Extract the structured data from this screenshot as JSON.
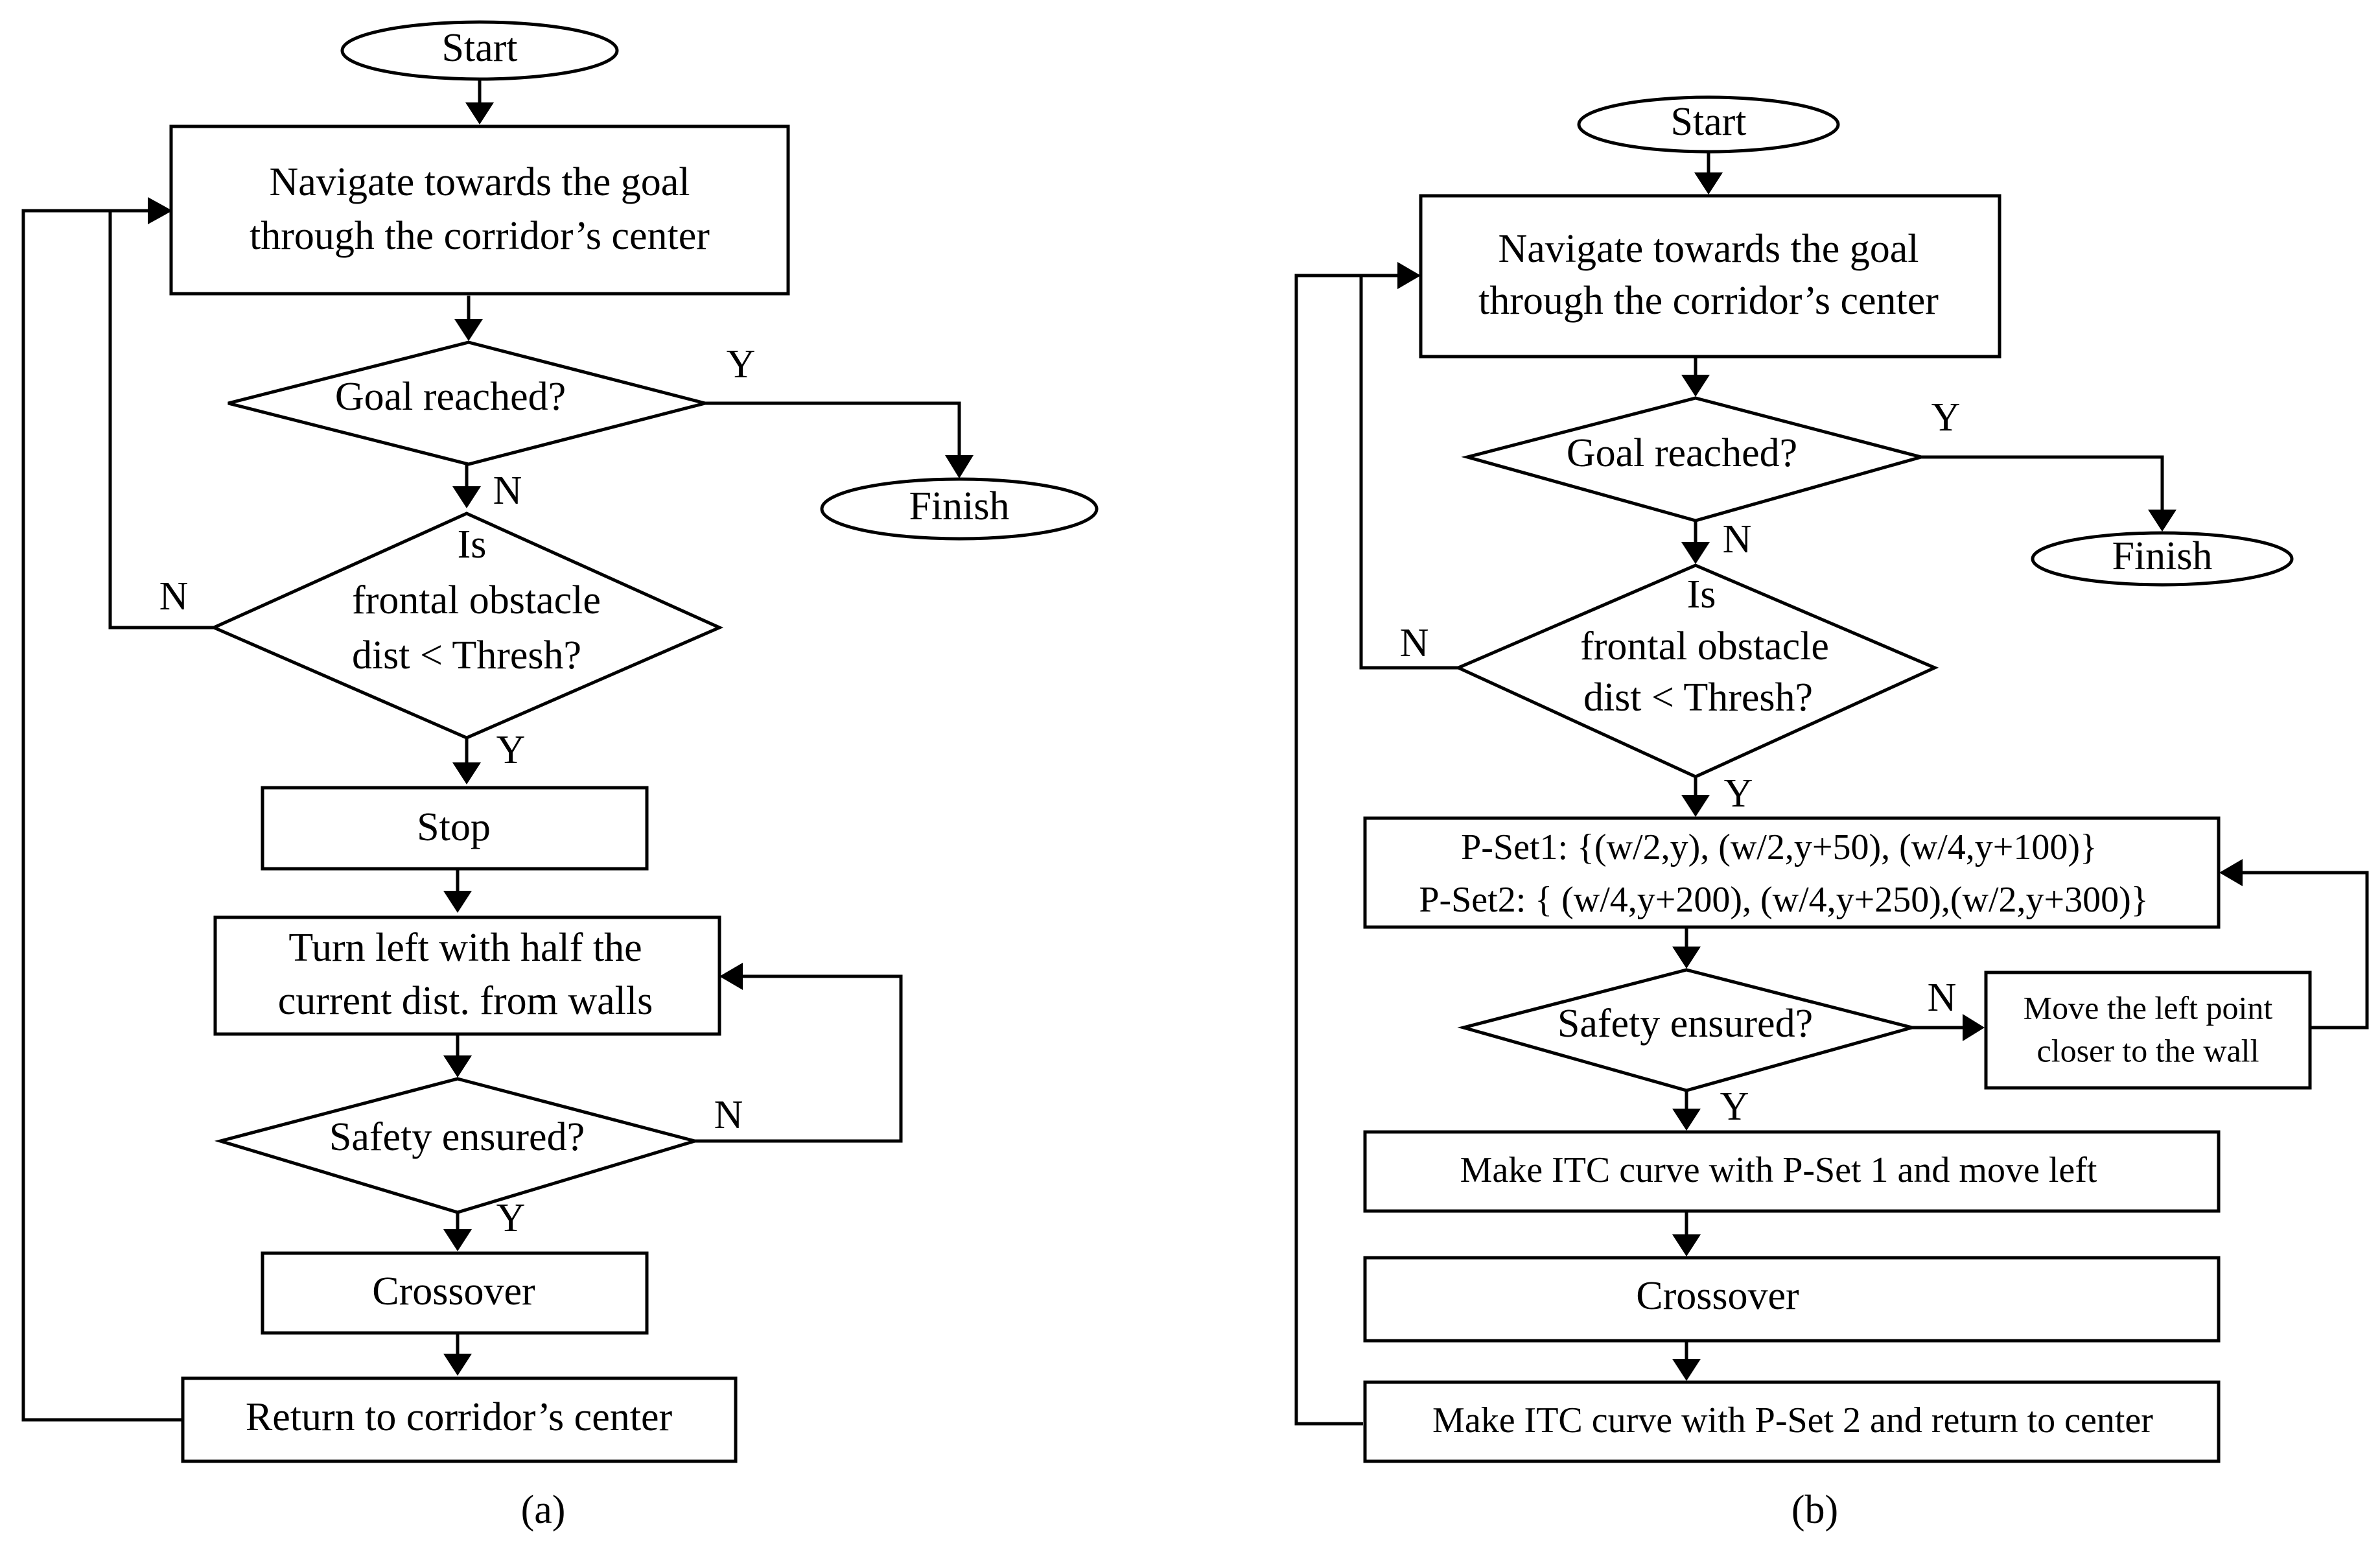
{
  "flowchart_a": {
    "start": "Start",
    "navigate_line1": "Navigate towards the goal",
    "navigate_line2": "through the corridor’s center",
    "goal_reached": "Goal reached?",
    "finish": "Finish",
    "obstacle_line1": "Is",
    "obstacle_line2": "frontal obstacle",
    "obstacle_line3": "dist < Thresh?",
    "stop": "Stop",
    "turn_line1": "Turn left with half the",
    "turn_line2": "current dist. from walls",
    "safety": "Safety ensured?",
    "crossover": "Crossover",
    "return": "Return to corridor’s center",
    "label_y": "Y",
    "label_n": "N",
    "caption": "(a)"
  },
  "flowchart_b": {
    "start": "Start",
    "navigate_line1": "Navigate towards the goal",
    "navigate_line2": "through the corridor’s center",
    "goal_reached": "Goal reached?",
    "finish": "Finish",
    "obstacle_line1": "Is",
    "obstacle_line2": "frontal obstacle",
    "obstacle_line3": "dist < Thresh?",
    "pset1": "P-Set1: {(w/2,y), (w/2,y+50), (w/4,y+100)}",
    "pset2": "P-Set2: { (w/4,y+200), (w/4,y+250),(w/2,y+300)}",
    "safety": "Safety ensured?",
    "move_line1": "Move the left point",
    "move_line2": "closer to the wall",
    "itc1": "Make ITC curve with P-Set 1 and move left",
    "crossover": "Crossover",
    "itc2": "Make ITC curve with P-Set 2 and return to center",
    "label_y": "Y",
    "label_n": "N",
    "caption": "(b)"
  }
}
